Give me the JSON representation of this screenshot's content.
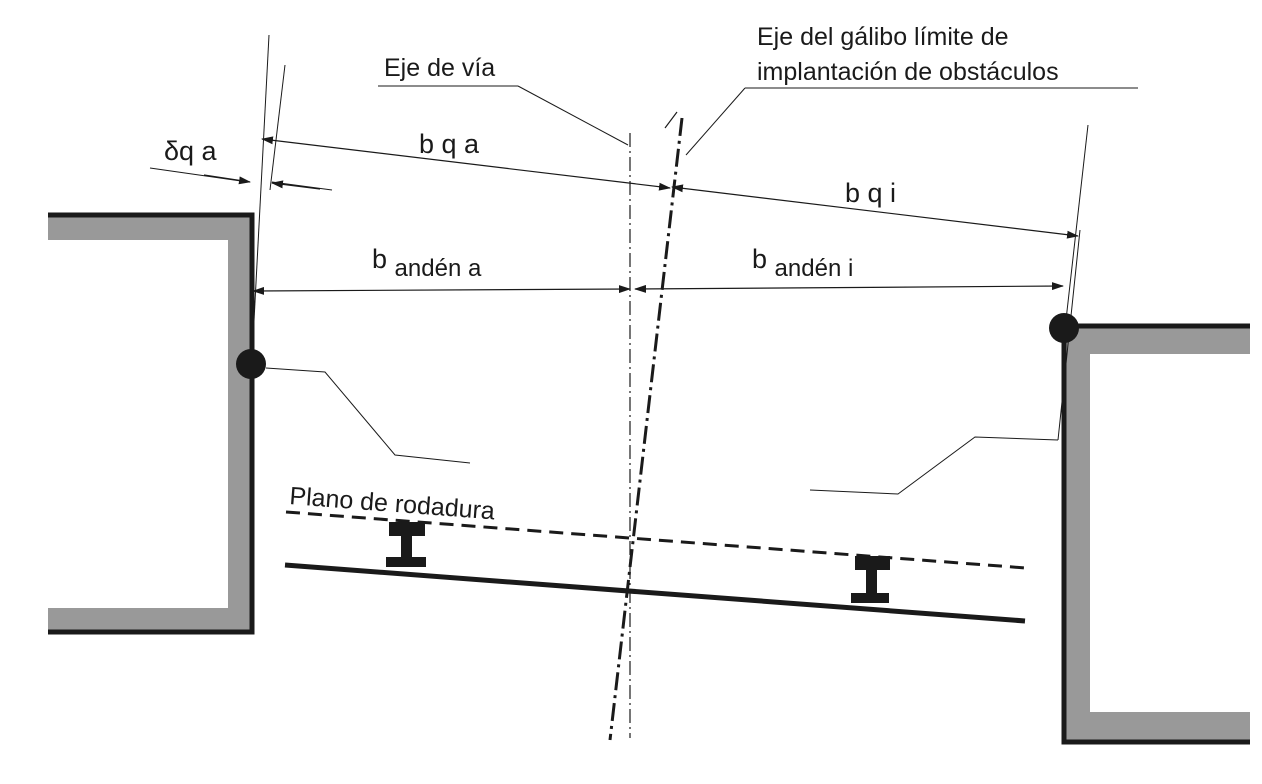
{
  "labels": {
    "track_axis": "Eje de vía",
    "gauge_axis_line1": "Eje del gálibo límite de",
    "gauge_axis_line2": "implantación de obstáculos",
    "rolling_plane": "Plano de rodadura",
    "delta_q_a": "δq a",
    "b_q_a": "b q a",
    "b_q_i": "b q i",
    "b_letter": "b",
    "anden_a_sub": "andén a",
    "anden_i_sub": "andén i"
  },
  "colors": {
    "line": "#1a1a1a",
    "platform_fill": "#999999",
    "background": "#ffffff"
  }
}
